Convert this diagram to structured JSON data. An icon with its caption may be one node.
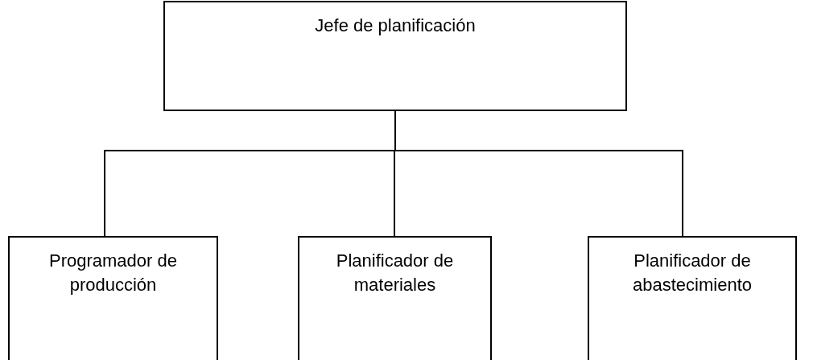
{
  "diagram": {
    "nodes": [
      {
        "text": [
          "Jefe de planificación"
        ]
      },
      {
        "text": [
          "Programador de producción"
        ]
      },
      {
        "text": [
          "Planificador de materiales"
        ]
      },
      {
        "text": [
          "Planificador de abastecimiento"
        ]
      }
    ],
    "edges": [
      {
        "from": 0,
        "to": 1,
        "arrow": "none"
      },
      {
        "from": 0,
        "to": 2,
        "arrow": "none"
      },
      {
        "from": 0,
        "to": 3,
        "arrow": "none"
      }
    ]
  }
}
